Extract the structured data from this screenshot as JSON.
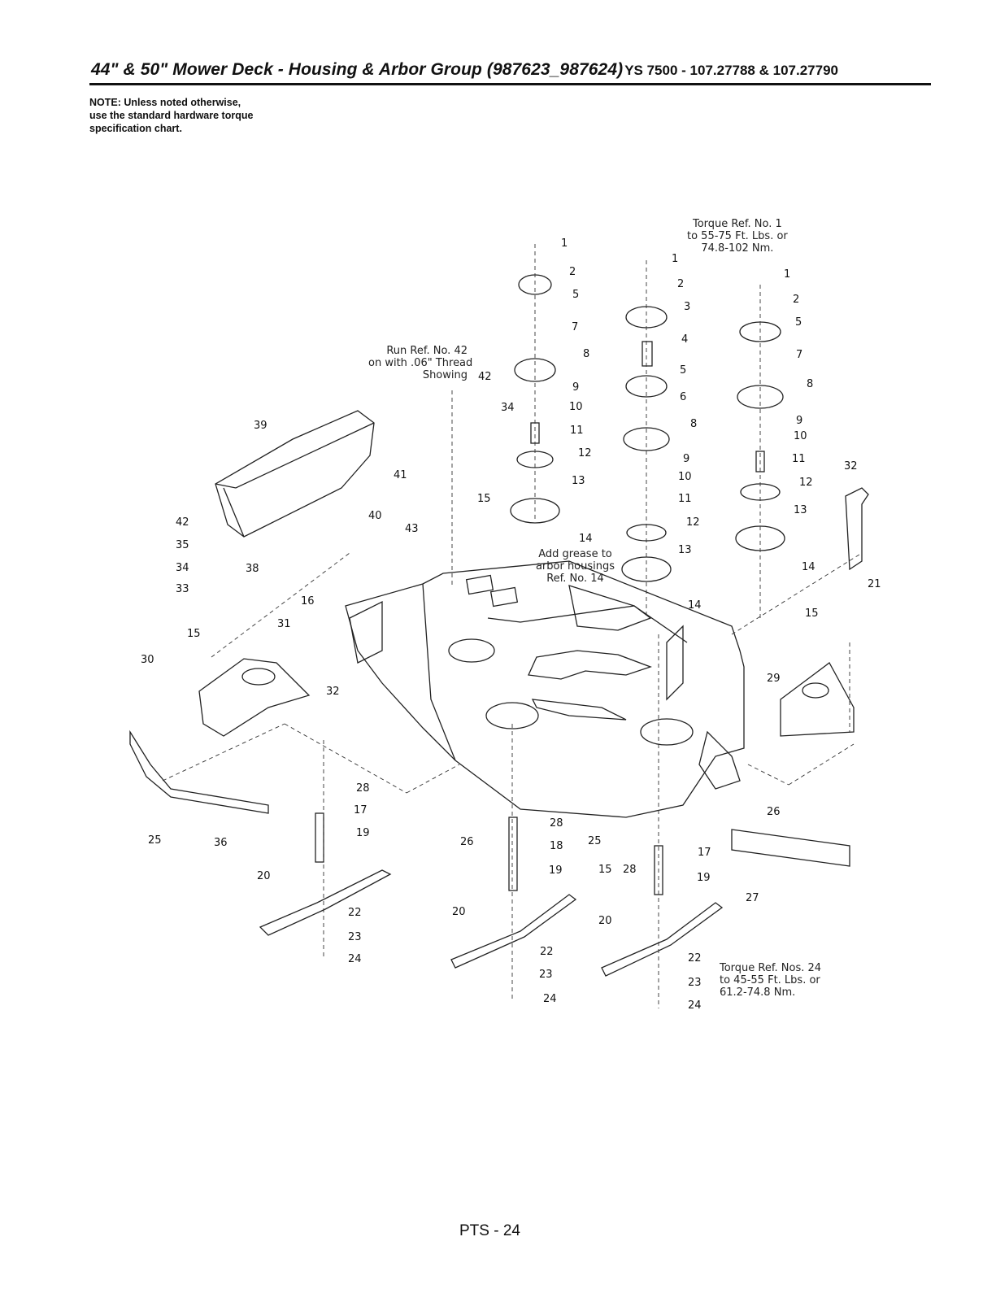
{
  "header": {
    "title": "44\" & 50\" Mower Deck - Housing & Arbor Group (987623_987624)",
    "model": "YS 7500 - 107.27788 & 107.27790"
  },
  "note": {
    "line1": "NOTE: Unless noted otherwise,",
    "line2": "use the standard hardware torque",
    "line3": "specification chart."
  },
  "callouts": {
    "torque_1": {
      "l1": "Torque Ref. No. 1",
      "l2": "to 55-75 Ft. Lbs. or",
      "l3": "74.8-102 Nm."
    },
    "run_42": {
      "l1": "Run Ref. No. 42",
      "l2": "on with .06\" Thread",
      "l3": "Showing"
    },
    "grease_14": {
      "l1": "Add grease to",
      "l2": "arbor housings",
      "l3": "Ref. No. 14"
    },
    "torque_24": {
      "l1": "Torque Ref. Nos. 24",
      "l2": "to 45-55 Ft. Lbs. or",
      "l3": "61.2-74.8 Nm."
    }
  },
  "part_numbers": [
    "1",
    "2",
    "3",
    "4",
    "5",
    "6",
    "7",
    "8",
    "9",
    "10",
    "11",
    "12",
    "13",
    "14",
    "15",
    "16",
    "17",
    "18",
    "19",
    "20",
    "21",
    "22",
    "23",
    "24",
    "25",
    "26",
    "27",
    "28",
    "29",
    "30",
    "31",
    "32",
    "33",
    "34",
    "35",
    "36",
    "38",
    "39",
    "40",
    "41",
    "42",
    "43"
  ],
  "footer": {
    "page": "PTS - 24"
  }
}
